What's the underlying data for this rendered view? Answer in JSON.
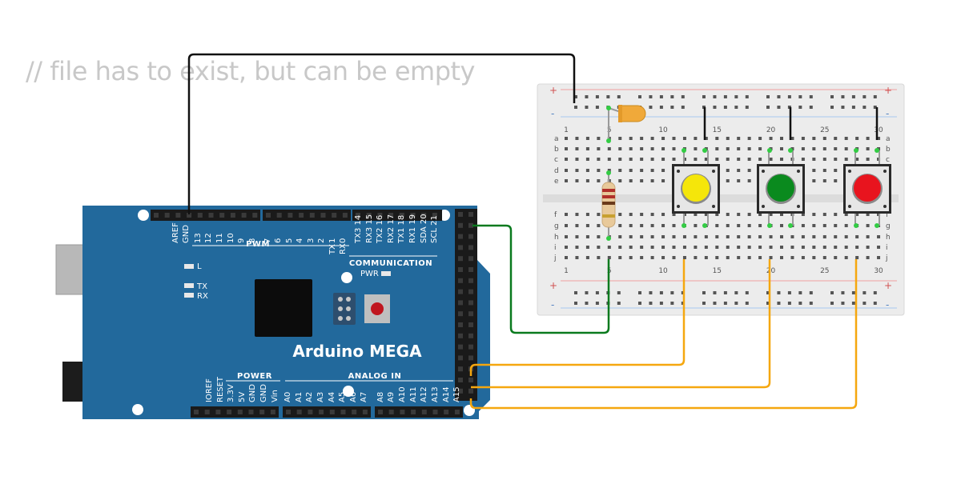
{
  "editor": {
    "comment": "// file has to exist, but can be empty"
  },
  "arduino": {
    "title": "Arduino MEGA",
    "top_pins": [
      "AREF",
      "GND",
      "13",
      "12",
      "11",
      "10",
      "9",
      "8",
      "7",
      "6",
      "5",
      "4",
      "3",
      "2",
      "1",
      "0",
      "TX3 14",
      "RX3 15",
      "TX2 16",
      "RX2 17",
      "TX1 18",
      "RX1 19",
      "SDA 20",
      "SCL 21"
    ],
    "tx0": "TX",
    "rx0": "RX",
    "pwm_label": "PWM",
    "comm_label": "COMMUNICATION",
    "power_label": "POWER",
    "analog_label": "ANALOG IN",
    "power_pins": [
      "IOREF",
      "RESET",
      "3.3V",
      "5V",
      "GND",
      "GND",
      "Vin"
    ],
    "analog_pins": [
      "A0",
      "A1",
      "A2",
      "A3",
      "A4",
      "A5",
      "A6",
      "A7",
      "A8",
      "A9",
      "A10",
      "A11",
      "A12",
      "A13",
      "A14",
      "A15"
    ],
    "led_labels": {
      "l": "L",
      "tx": "TX",
      "rx": "RX",
      "pwr": "PWR"
    }
  },
  "breadboard": {
    "rows_top": [
      "a",
      "b",
      "c",
      "d",
      "e"
    ],
    "rows_bottom": [
      "f",
      "g",
      "h",
      "i",
      "j"
    ],
    "columns": [
      "1",
      "5",
      "10",
      "15",
      "20",
      "25",
      "30"
    ],
    "rail_plus": "+",
    "rail_minus": "-"
  },
  "components": {
    "buttons": [
      {
        "name": "yellow-button",
        "color": "#f5e60a"
      },
      {
        "name": "green-button",
        "color": "#0a8a1e"
      },
      {
        "name": "red-button",
        "color": "#e8141e"
      }
    ],
    "led_color": "#f0a93a",
    "wire_colors": {
      "gnd": "#111111",
      "signal": "#0a7a1e",
      "button": "#f5a70f"
    }
  }
}
